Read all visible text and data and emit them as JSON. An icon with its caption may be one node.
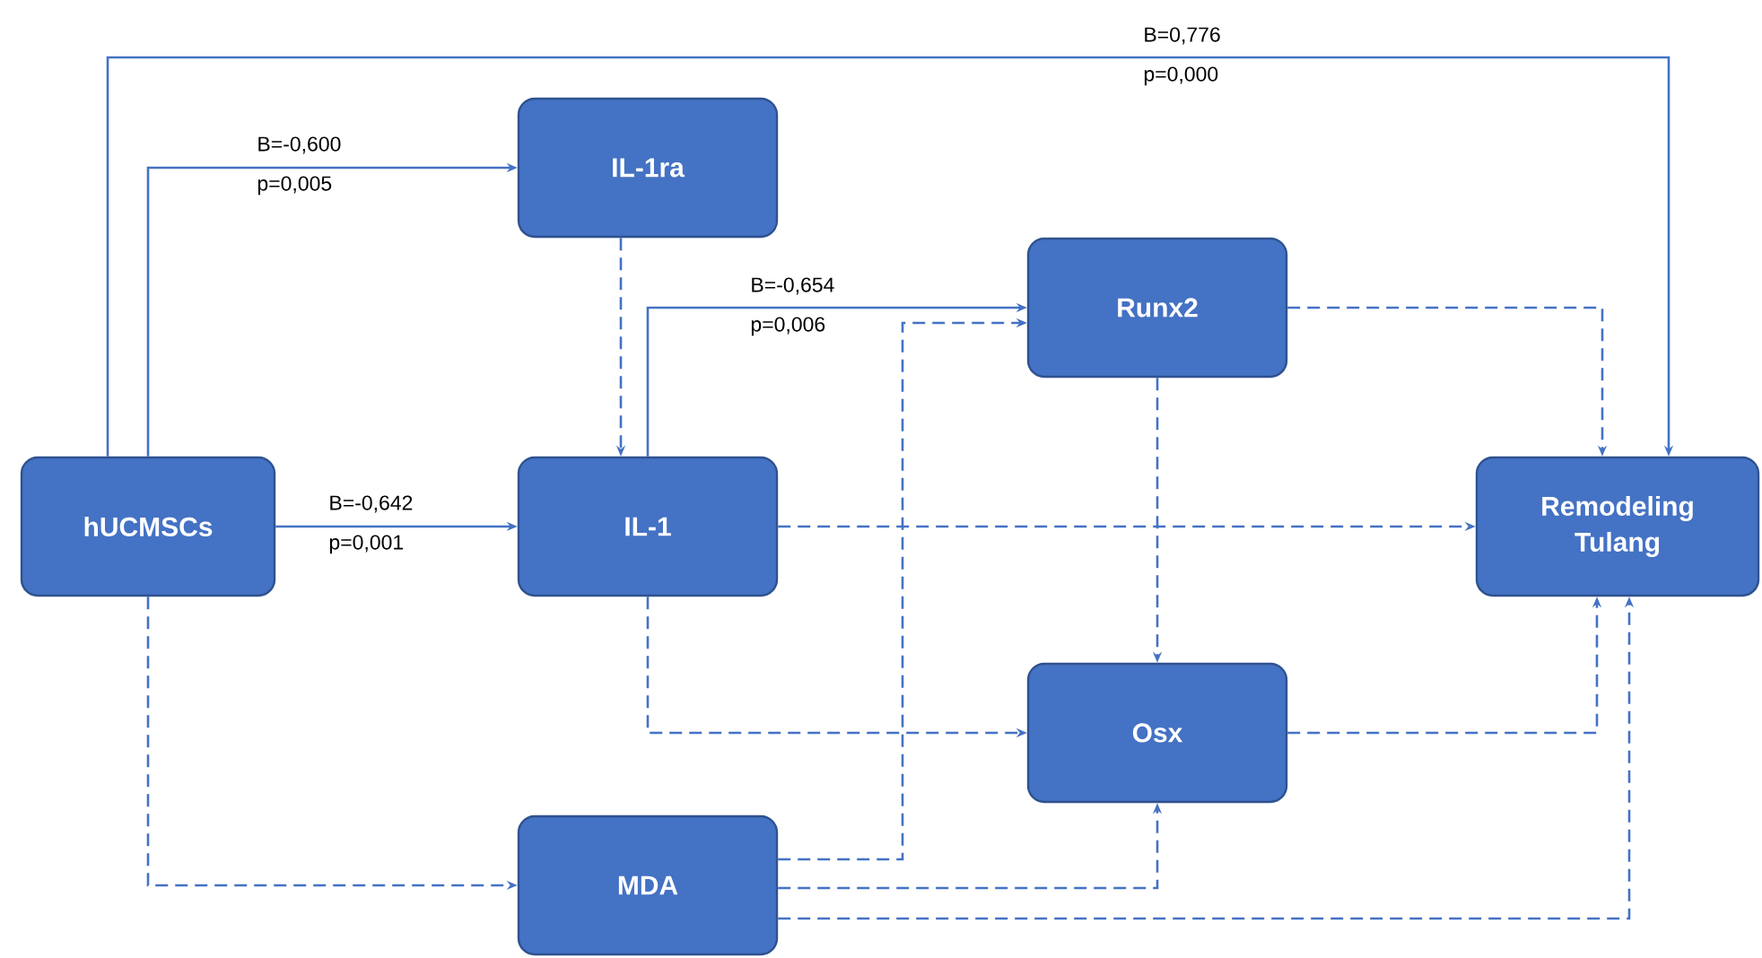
{
  "diagram": {
    "nodes": [
      {
        "text": [
          "hUCMSCs"
        ]
      },
      {
        "text": [
          "IL-1ra"
        ]
      },
      {
        "text": [
          "IL-1"
        ]
      },
      {
        "text": [
          "Runx2"
        ]
      },
      {
        "text": [
          "Osx"
        ]
      },
      {
        "text": [
          "MDA"
        ]
      },
      {
        "text": [
          "Remodeling Tulang"
        ]
      }
    ],
    "edges": [
      {
        "from": 0,
        "to": 6,
        "arrow": "to",
        "label": "B=0,776 p=0,000"
      },
      {
        "from": 0,
        "to": 1,
        "arrow": "to",
        "label": "B=-0,600 p=0,005"
      },
      {
        "from": 0,
        "to": 2,
        "arrow": "to",
        "label": "B=-0,642 p=0,001"
      },
      {
        "from": 1,
        "to": 2,
        "arrow": "to",
        "style": "dashed"
      },
      {
        "from": 2,
        "to": 3,
        "arrow": "to",
        "label": "B=-0,654 p=0,006"
      },
      {
        "from": 2,
        "to": 6,
        "arrow": "to",
        "style": "dashed"
      },
      {
        "from": 2,
        "to": 4,
        "arrow": "to",
        "style": "dashed"
      },
      {
        "from": 0,
        "to": 5,
        "arrow": "to",
        "style": "dashed"
      },
      {
        "from": 3,
        "to": 6,
        "arrow": "to",
        "style": "dashed"
      },
      {
        "from": 3,
        "to": 4,
        "arrow": "to",
        "style": "dashed"
      },
      {
        "from": 4,
        "to": 6,
        "arrow": "to",
        "style": "dashed"
      },
      {
        "from": 5,
        "to": 3,
        "arrow": "to",
        "style": "dashed"
      },
      {
        "from": 5,
        "to": 4,
        "arrow": "to",
        "style": "dashed"
      },
      {
        "from": 5,
        "to": 6,
        "arrow": "to",
        "style": "dashed"
      }
    ]
  }
}
